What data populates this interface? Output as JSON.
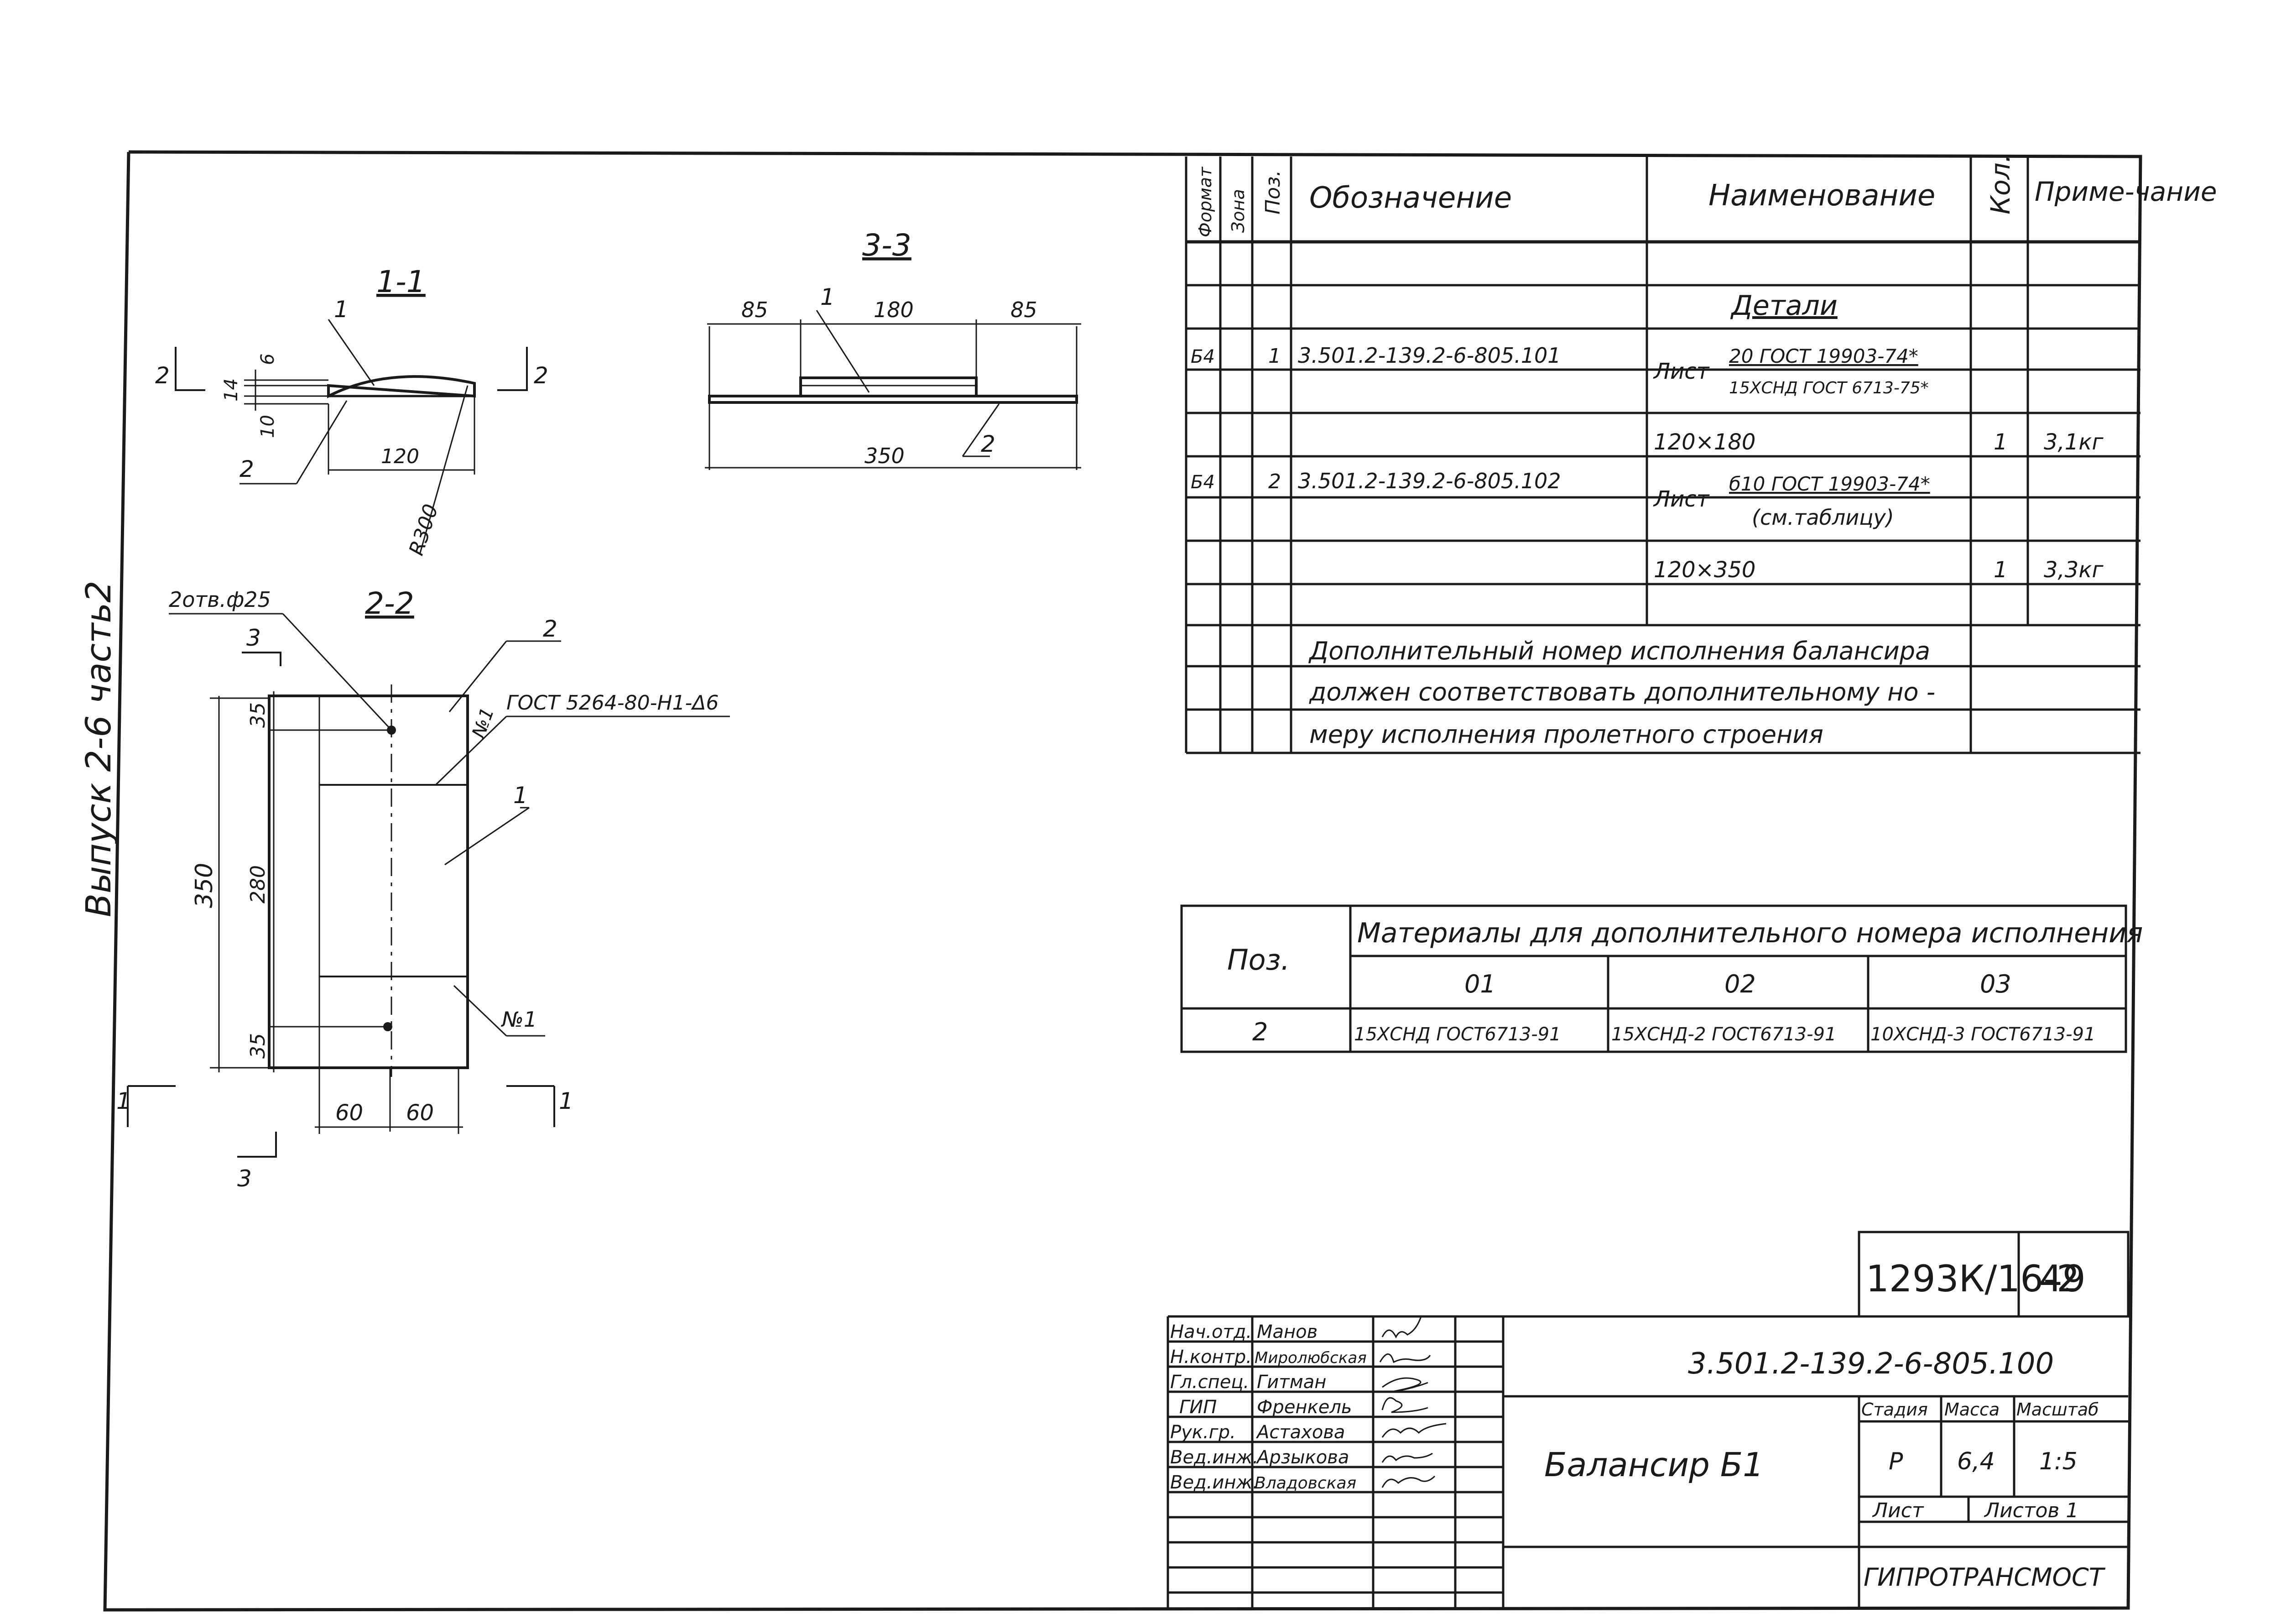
{
  "side_label": "Выпуск 2-6 часть2",
  "spec_table": {
    "headers": {
      "format": "Формат",
      "zone": "Зона",
      "pos": "Поз.",
      "designation": "Обозначение",
      "name": "Наименование",
      "qty": "Кол.",
      "note": "Приме-чание"
    },
    "section_title": "Детали",
    "items": [
      {
        "format": "Б4",
        "pos": "1",
        "designation": "3.501.2-139.2-6-805.101",
        "name_prefix": "Лист",
        "name_top": "20 ГОСТ 19903-74*",
        "name_bottom": "15ХСНД ГОСТ 6713-75*",
        "size": "120×180",
        "qty": "1",
        "note": "3,1кг"
      },
      {
        "format": "Б4",
        "pos": "2",
        "designation": "3.501.2-139.2-6-805.102",
        "name_prefix": "Лист",
        "name_top": "б10 ГОСТ 19903-74*",
        "name_bottom": "(см.таблицу)",
        "size": "120×350",
        "qty": "1",
        "note": "3,3кг"
      }
    ],
    "note_lines": [
      "Дополнительный номер исполнения балансира",
      "должен соответствовать дополнительному но -",
      "меру исполнения пролетного строения"
    ]
  },
  "materials_table": {
    "pos_header": "Поз.",
    "title": "Материалы для дополнительного номера исполнения",
    "columns": [
      "01",
      "02",
      "03"
    ],
    "row": {
      "pos": "2",
      "values": [
        "15ХСНД ГОСТ6713-91",
        "15ХСНД-2 ГОСТ6713-91",
        "10ХСНД-3 ГОСТ6713-91"
      ]
    }
  },
  "drawing": {
    "section_1_1": {
      "title": "1-1",
      "dims": [
        "6",
        "14",
        "10",
        "120",
        "R300"
      ],
      "callouts": [
        "1",
        "2"
      ],
      "cut_marks": [
        "2",
        "2"
      ]
    },
    "section_3_3": {
      "title": "3-3",
      "dims": [
        "85",
        "180",
        "85",
        "350"
      ],
      "callouts": [
        "1",
        "2"
      ]
    },
    "section_2_2": {
      "title": "2-2",
      "hole_label": "2отв.ф25",
      "weld_label": "ГОСТ 5264-80-Н1-Δ6",
      "weld_mark": "№1",
      "weld_mark_bottom": "№1",
      "dims": [
        "35",
        "280",
        "35",
        "350",
        "60",
        "60"
      ],
      "callouts": [
        "1",
        "2"
      ],
      "cut_marks": [
        "3",
        "3",
        "1",
        "1"
      ]
    }
  },
  "title_block": {
    "doc_number": "1293К/16-2",
    "sheet_number": "49",
    "designation": "3.501.2-139.2-6-805.100",
    "product_name": "Балансир Б1",
    "stage_header": "Стадия",
    "mass_header": "Масса",
    "scale_header": "Масштаб",
    "stage": "Р",
    "mass": "6,4",
    "scale": "1:5",
    "sheet_label": "Лист",
    "sheets_label": "Листов 1",
    "organization": "ГИПРОТРАНСМОСТ",
    "roles": [
      {
        "role": "Нач.отд.",
        "name": "Манов"
      },
      {
        "role": "Н.контр.",
        "name": "Миролюбская"
      },
      {
        "role": "Гл.спец.",
        "name": "Гитман"
      },
      {
        "role": "ГИП",
        "name": "Френкель"
      },
      {
        "role": "Рук.гр.",
        "name": "Астахова"
      },
      {
        "role": "Вед.инж.",
        "name": "Арзыкова"
      },
      {
        "role": "Вед.инж.",
        "name": "Владовская"
      }
    ]
  }
}
